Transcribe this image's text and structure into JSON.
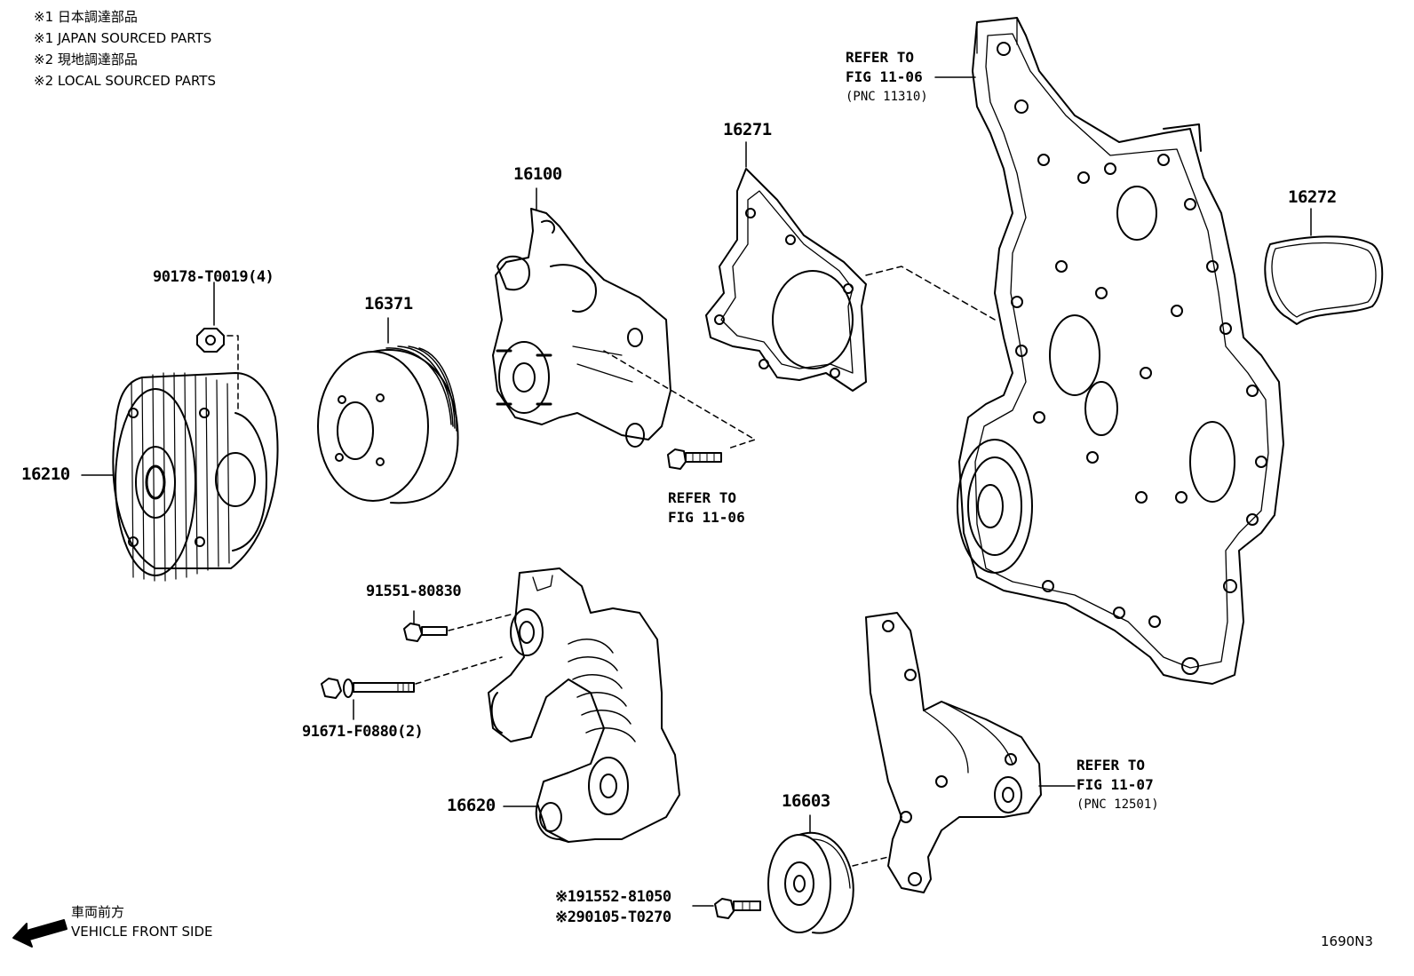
{
  "notes": {
    "line1": "※1 日本調達部品",
    "line2": "※1 JAPAN SOURCED PARTS",
    "line3": "※2 現地調達部品",
    "line4": "※2 LOCAL SOURCED PARTS"
  },
  "parts": {
    "p16210": "16210",
    "p90178": "90178-T0019(4)",
    "p16371": "16371",
    "p16100": "16100",
    "p16271": "16271",
    "p16272": "16272",
    "p91551": "91551-80830",
    "p91671": "91671-F0880(2)",
    "p16620": "16620",
    "p16603": "16603",
    "p91552": "※191552-81050",
    "p90105": "※290105-T0270"
  },
  "refs": {
    "top": {
      "line1": "REFER TO",
      "line2": "FIG 11-06",
      "line3": "(PNC 11310)"
    },
    "pump": {
      "line1": "REFER TO",
      "line2": "FIG 11-06"
    },
    "bracket": {
      "line1": "REFER TO",
      "line2": "FIG 11-07",
      "line3": "(PNC 12501)"
    }
  },
  "front": {
    "jp": "車両前方",
    "en": "VEHICLE FRONT SIDE"
  },
  "diagram_code": "1690N3"
}
